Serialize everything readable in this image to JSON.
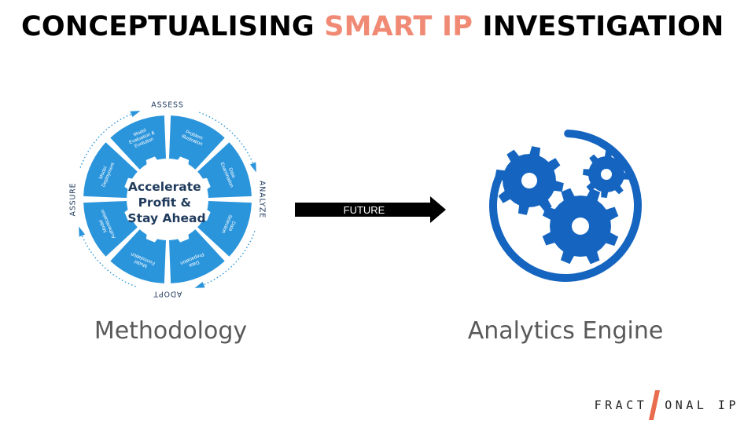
{
  "title": {
    "part1": "CONCEPTUALISING ",
    "highlight": "SMART IP",
    "part2": " INVESTIGATION"
  },
  "wheel": {
    "center_lines": [
      "Accelerate",
      "Profit &",
      "Stay Ahead"
    ],
    "phases": [
      "ASSESS",
      "ANALYZE",
      "ADOPT",
      "ASSURE"
    ],
    "segments": [
      [
        "Problem",
        "Illustration"
      ],
      [
        "Data",
        "Examination"
      ],
      [
        "Data",
        "Selection"
      ],
      [
        "Data",
        "Preparation"
      ],
      [
        "Model",
        "Formulation"
      ],
      [
        "Model",
        "Authentication"
      ],
      [
        "Model",
        "Deployment"
      ],
      [
        "Model",
        "Evaluation &",
        "Evolution"
      ]
    ]
  },
  "arrow": {
    "label": "FUTURE"
  },
  "captions": {
    "left": "Methodology",
    "right": "Analytics Engine"
  },
  "logo": {
    "left": "FRACT",
    "right": "ONAL IP"
  },
  "colors": {
    "highlight": "#f08a74",
    "wheel_blue": "#2b95dc",
    "gear_blue": "#1565c0",
    "logo_slash": "#e96c4f"
  }
}
